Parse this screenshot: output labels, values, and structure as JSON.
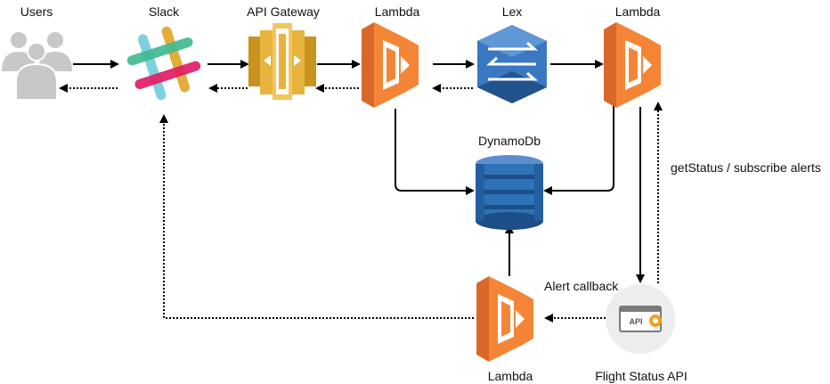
{
  "diagram": {
    "nodes": {
      "users": {
        "label": "Users",
        "icon": "users-icon"
      },
      "slack": {
        "label": "Slack",
        "icon": "slack-logo-icon"
      },
      "api_gateway": {
        "label": "API Gateway",
        "icon": "api-gateway-icon"
      },
      "lambda_1": {
        "label": "Lambda",
        "icon": "lambda-icon"
      },
      "lex": {
        "label": "Lex",
        "icon": "lex-icon"
      },
      "lambda_2": {
        "label": "Lambda",
        "icon": "lambda-icon"
      },
      "dynamodb": {
        "label": "DynamoDb",
        "icon": "dynamodb-icon"
      },
      "lambda_3": {
        "label": "Lambda",
        "icon": "lambda-icon"
      },
      "flight_status_api": {
        "label": "Flight Status API",
        "icon": "api-gear-icon",
        "badge": "API"
      }
    },
    "edge_labels": {
      "get_status": "getStatus / subscribe alerts",
      "alert_callback": "Alert callback"
    },
    "colors": {
      "lambda_orange": "#F58536",
      "lambda_dark": "#D9672A",
      "dynamo_blue": "#2E73B8",
      "lex_blue": "#3B78C2",
      "gateway_gold": "#E7B33E",
      "users_grey": "#C8C8C8",
      "arrow": "#000000"
    }
  }
}
